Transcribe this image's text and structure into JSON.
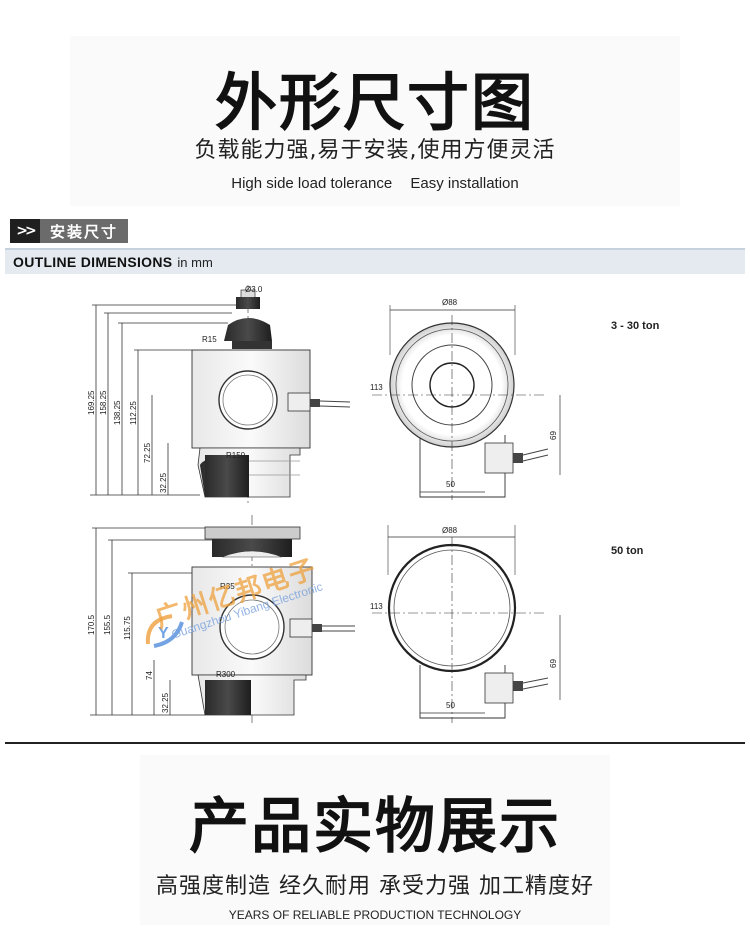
{
  "section1": {
    "title": "外形尺寸图",
    "subtitle_cn": "负载能力强,易于安装,使用方便灵活",
    "subtitle_en_1": "High side load tolerance",
    "subtitle_en_2": "Easy installation"
  },
  "section_tag": {
    "arrows": ">>",
    "label": "安装尺寸"
  },
  "outline_bar": {
    "label_bold": "OUTLINE DIMENSIONS",
    "label_small": "in mm"
  },
  "drawing1": {
    "capacity": "3 - 30 ton",
    "dims": {
      "top_dia": "Ø3.0",
      "radius_top": "R15",
      "radius_bottom": "R150",
      "h1": "169.25",
      "h2": "158.25",
      "h3": "138.25",
      "h4": "112.25",
      "h5": "72.25",
      "h6": "32.25",
      "plan_dia": "Ø88",
      "plan_width": "113",
      "plan_height": "69",
      "plan_bottom": "50"
    }
  },
  "drawing2": {
    "capacity": "50 ton",
    "dims": {
      "radius_top": "R35",
      "radius_bottom": "R300",
      "h1": "170.5",
      "h2": "155.5",
      "h3": "115.75",
      "h4": "74",
      "h5": "32.25",
      "plan_dia": "Ø88",
      "plan_width": "113",
      "plan_height": "69",
      "plan_bottom": "50"
    }
  },
  "watermark": {
    "cn": "广州亿邦电子",
    "en": "Guangzhou Yibang Electronic"
  },
  "section2": {
    "title": "产品实物展示",
    "subtitle_cn": "高强度制造 经久耐用 承受力强 加工精度好",
    "subtitle_en": "YEARS OF RELIABLE PRODUCTION TECHNOLOGY"
  }
}
